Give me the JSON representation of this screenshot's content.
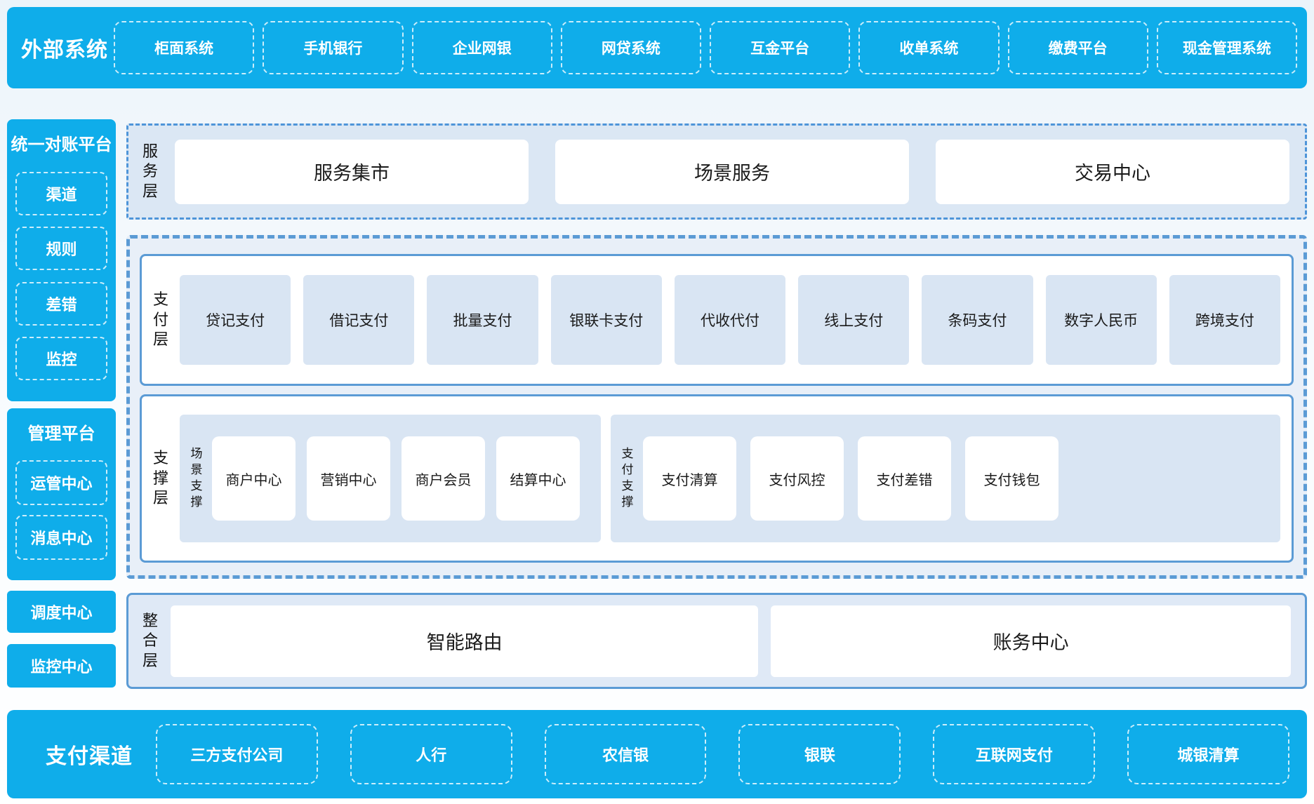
{
  "colors": {
    "brand_blue": "#0fadea",
    "layer_border_blue": "#5b9bd5",
    "panel_light_blue": "#d9e5f3",
    "container_light_blue": "#e8eff8",
    "text_dark": "#1a1a1a",
    "text_white": "#ffffff"
  },
  "external_systems": {
    "title": "外部系统",
    "items": [
      "柜面系统",
      "手机银行",
      "企业网银",
      "网贷系统",
      "互金平台",
      "收单系统",
      "缴费平台",
      "现金管理系统"
    ]
  },
  "sidebar": {
    "reconciliation": {
      "title": "统一对账平台",
      "items": [
        "渠道",
        "规则",
        "差错",
        "监控"
      ]
    },
    "management": {
      "title": "管理平台",
      "items": [
        "运管中心",
        "消息中心"
      ]
    },
    "standalone": [
      "调度中心",
      "监控中心"
    ]
  },
  "service_layer": {
    "label": "服务层",
    "items": [
      "服务集市",
      "场景服务",
      "交易中心"
    ]
  },
  "payment_layer": {
    "label": "支付层",
    "items": [
      "贷记支付",
      "借记支付",
      "批量支付",
      "银联卡支付",
      "代收代付",
      "线上支付",
      "条码支付",
      "数字人民币",
      "跨境支付"
    ]
  },
  "support_layer": {
    "label": "支撑层",
    "groups": [
      {
        "label": "场景支撑",
        "items": [
          "商户中心",
          "营销中心",
          "商户会员",
          "结算中心"
        ]
      },
      {
        "label": "支付支撑",
        "items": [
          "支付清算",
          "支付风控",
          "支付差错",
          "支付钱包"
        ]
      }
    ]
  },
  "integration_layer": {
    "label": "整合层",
    "items": [
      "智能路由",
      "账务中心"
    ]
  },
  "payment_channels": {
    "title": "支付渠道",
    "items": [
      "三方支付公司",
      "人行",
      "农信银",
      "银联",
      "互联网支付",
      "城银清算"
    ]
  }
}
